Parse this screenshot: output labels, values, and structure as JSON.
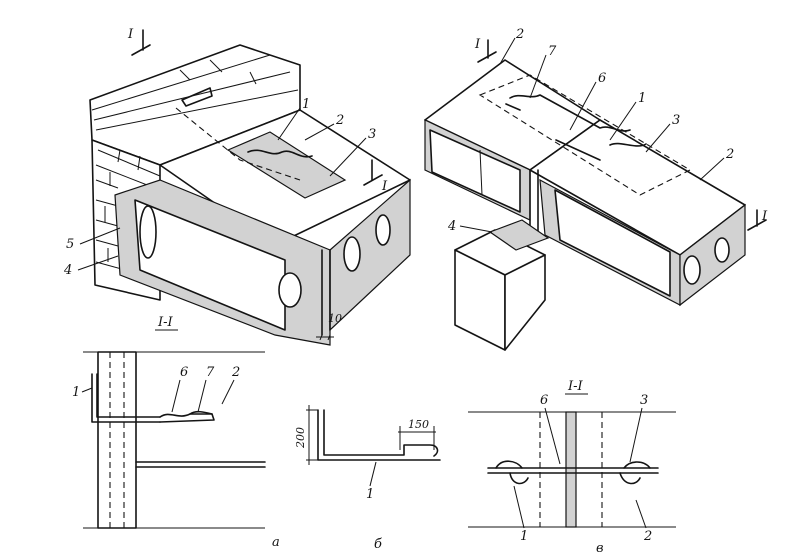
{
  "section_marks": {
    "top_left_upper": "I",
    "top_left_lower": "I",
    "top_right_upper": "I",
    "top_right_lower": "I"
  },
  "section_titles": {
    "left": "I-I",
    "right": "I-I"
  },
  "sub_labels": {
    "a": "а",
    "b": "б",
    "v": "в"
  },
  "dimensions": {
    "gap": "10",
    "height": "200",
    "hook_length": "150"
  },
  "callouts": {
    "tl_1": "1",
    "tl_2": "2",
    "tl_3": "3",
    "tl_4": "4",
    "tl_5": "5",
    "tr_1": "1",
    "tr_2": "2",
    "tr_2b": "2",
    "tr_3": "3",
    "tr_4": "4",
    "tr_6": "6",
    "tr_7": "7",
    "ba_1": "1",
    "ba_2": "2",
    "ba_6": "6",
    "ba_7": "7",
    "bb_1": "1",
    "bv_1": "1",
    "bv_2": "2",
    "bv_3": "3",
    "bv_6": "6"
  }
}
